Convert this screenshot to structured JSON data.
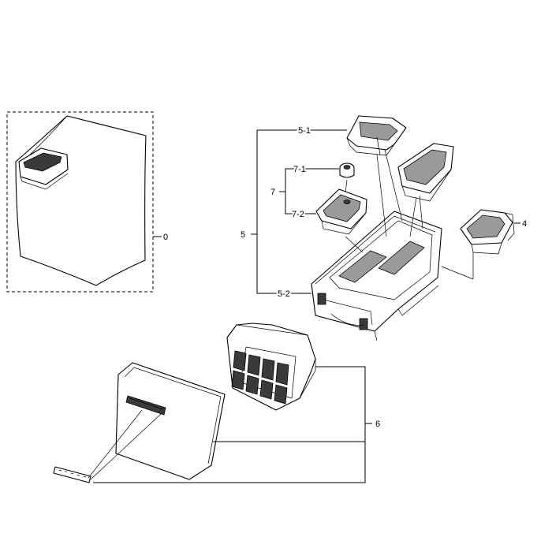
{
  "callouts": {
    "c0": "0",
    "c4": "4",
    "c5": "5",
    "c5_1": "5-1",
    "c5_2": "5-2",
    "c6": "6",
    "c7": "7",
    "c7_1": "7-1",
    "c7_2": "7-2"
  }
}
